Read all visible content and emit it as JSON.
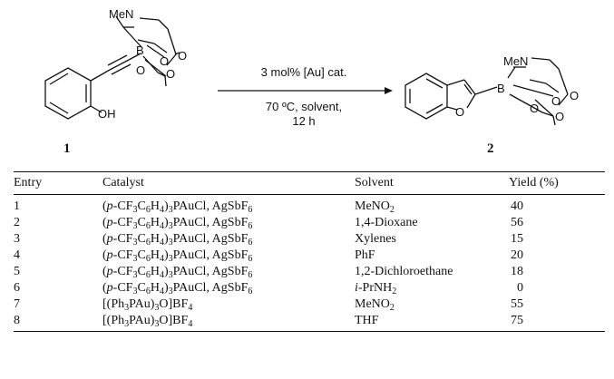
{
  "scheme": {
    "reactant_label": "1",
    "product_label": "2",
    "reactant_atoms": {
      "me_n": "MeN",
      "b": "B",
      "o1": "O",
      "o2": "O",
      "o3": "O",
      "o4": "O",
      "oh": "OH"
    },
    "product_atoms": {
      "me_n": "MeN",
      "b": "B",
      "o_ring": "O",
      "o1": "O",
      "o2": "O",
      "o3": "O",
      "o4": "O"
    },
    "conditions_above": "3 mol% [Au] cat.",
    "conditions_below_1": "70 ºC, solvent,",
    "conditions_below_2": "12 h"
  },
  "table": {
    "headers": {
      "entry": "Entry",
      "catalyst": "Catalyst",
      "solvent": "Solvent",
      "yield": "Yield (%)"
    },
    "rows": [
      {
        "entry": "1",
        "catalyst": "(p-CF3C6H4)3PAuCl, AgSbF6",
        "solvent": "MeNO2",
        "yield": "40"
      },
      {
        "entry": "2",
        "catalyst": "(p-CF3C6H4)3PAuCl, AgSbF6",
        "solvent": "1,4-Dioxane",
        "yield": "56"
      },
      {
        "entry": "3",
        "catalyst": "(p-CF3C6H4)3PAuCl, AgSbF6",
        "solvent": "Xylenes",
        "yield": "15"
      },
      {
        "entry": "4",
        "catalyst": "(p-CF3C6H4)3PAuCl, AgSbF6",
        "solvent": "PhF",
        "yield": "20"
      },
      {
        "entry": "5",
        "catalyst": "(p-CF3C6H4)3PAuCl, AgSbF6",
        "solvent": "1,2-Dichloroethane",
        "yield": "18"
      },
      {
        "entry": "6",
        "catalyst": "(p-CF3C6H4)3PAuCl, AgSbF6",
        "solvent": "i-PrNH2",
        "yield": "0"
      },
      {
        "entry": "7",
        "catalyst": "[(Ph3PAu)3O]BF4",
        "solvent": "MeNO2",
        "yield": "55"
      },
      {
        "entry": "8",
        "catalyst": "[(Ph3PAu)3O]BF4",
        "solvent": "THF",
        "yield": "75"
      }
    ]
  }
}
